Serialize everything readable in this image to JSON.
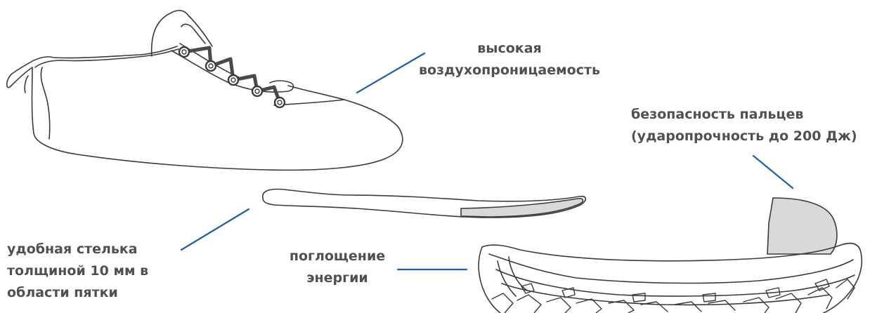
{
  "colors": {
    "outline": "#3a3a3a",
    "leader_line": "#1f5fa0",
    "label_text": "#505050",
    "insert_fill": "#d9d9d9"
  },
  "labels": {
    "breathability": {
      "lines": [
        "высокая",
        "воздухопроницаемость"
      ]
    },
    "toe_safety": {
      "lines": [
        "безопасность пальцев",
        "(ударопрочность до 200 Дж)"
      ]
    },
    "insole": {
      "lines": [
        "удобная стелька",
        "толщиной 10 мм в",
        "области пятки"
      ]
    },
    "energy_absorption": {
      "lines": [
        "поглощение",
        "энергии"
      ]
    }
  },
  "parts": {
    "upper": "shoe-upper-illustration",
    "insole": "insole-illustration",
    "toe_cap": "toe-cap-illustration",
    "sole": "outsole-illustration"
  }
}
